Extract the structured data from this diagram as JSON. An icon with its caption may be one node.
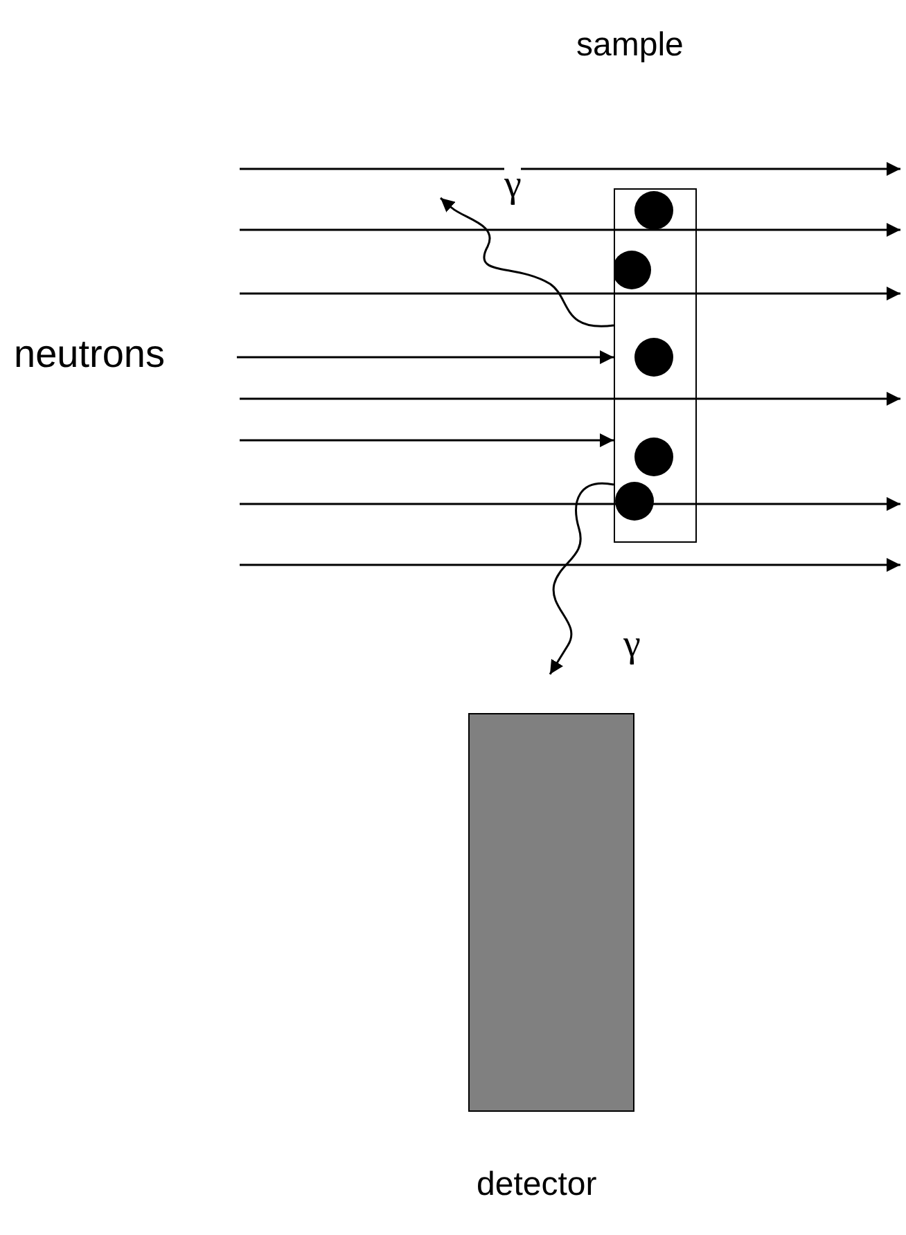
{
  "diagram": {
    "nodes": [
      {
        "text": [
          "sample"
        ]
      },
      {
        "text": [
          "detector"
        ]
      },
      {
        "text": [
          "neutrons"
        ]
      }
    ],
    "edges": [
      {
        "from": 2,
        "to": 0,
        "arrow": "to"
      },
      {
        "from": null,
        "to": 0,
        "arrow": "to"
      },
      {
        "from": 0,
        "to": null,
        "arrow": "to",
        "label": "γ"
      },
      {
        "from": 0,
        "to": null,
        "arrow": "to",
        "label": "γ"
      }
    ]
  }
}
